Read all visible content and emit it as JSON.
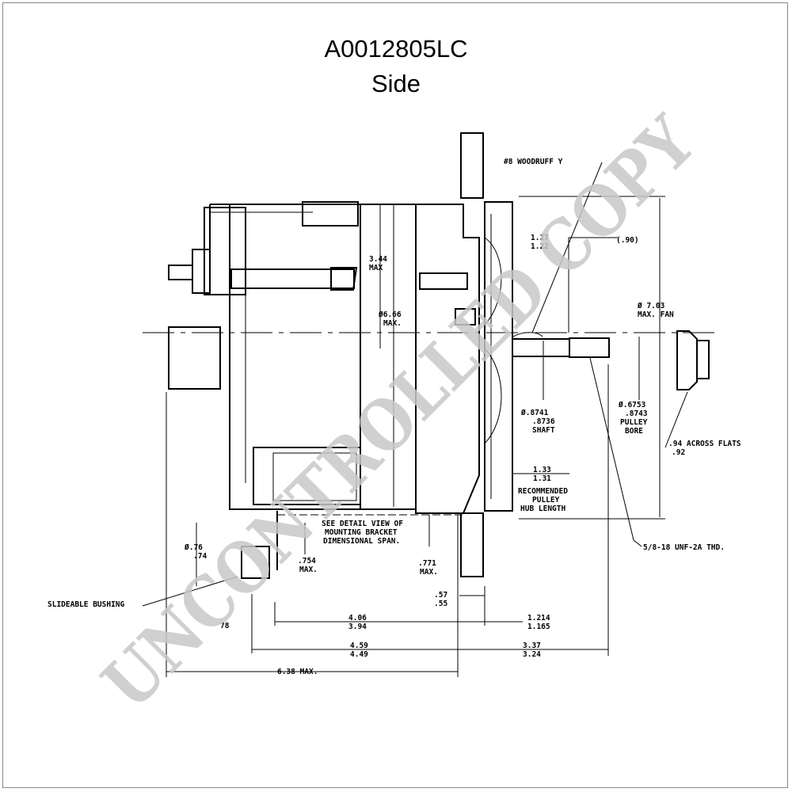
{
  "header": {
    "part_number": "A0012805LC",
    "view": "Side"
  },
  "watermark": {
    "text": "UNCONTROLLED COPY",
    "color": "#c8c8c8"
  },
  "labels": {
    "woodruff": "#8 WOODRUFF  Y",
    "d127": "1.27",
    "d122": "1.22",
    "d90": "(.90)",
    "d344": "3.44",
    "max1": "MAX",
    "d656": "Ø6.66",
    "max2": "MAX.",
    "d703": "Ø 7.03",
    "maxfan": "MAX. FAN",
    "d8741": "Ø.8741",
    "d8736": ".8736",
    "shaft": "SHAFT",
    "d6753": "Ø.6753",
    "d8743": ".8743",
    "pulley": "PULLEY",
    "bore": "BORE",
    "d94": ".94 ACROSS FLATS",
    "d92": ".92",
    "d133": "1.33",
    "d131": "1.31",
    "rec1": "RECOMMENDED",
    "rec2": "PULLEY",
    "rec3": "HUB LENGTH",
    "thd": "5/8-18 UNF-2A THD.",
    "see1": "SEE DETAIL VIEW OF",
    "see2": "MOUNTING BRACKET",
    "see3": "DIMENSIONAL SPAN.",
    "d76": "Ø.76",
    "d74": ".74",
    "d754": ".754",
    "max3": "MAX.",
    "d771": ".771",
    "max4": "MAX.",
    "bushing": "SLIDEABLE BUSHING",
    "d57": ".57",
    "d55": ".55",
    "d406": "4.06",
    "d394": "3.94",
    "d1214": "1.214",
    "d1165": "1.165",
    "d459": "4.59",
    "d449": "4.49",
    "d337": "3.37",
    "d324": "3.24",
    "d638": "6.38 MAX.",
    "d_frag": "78"
  }
}
